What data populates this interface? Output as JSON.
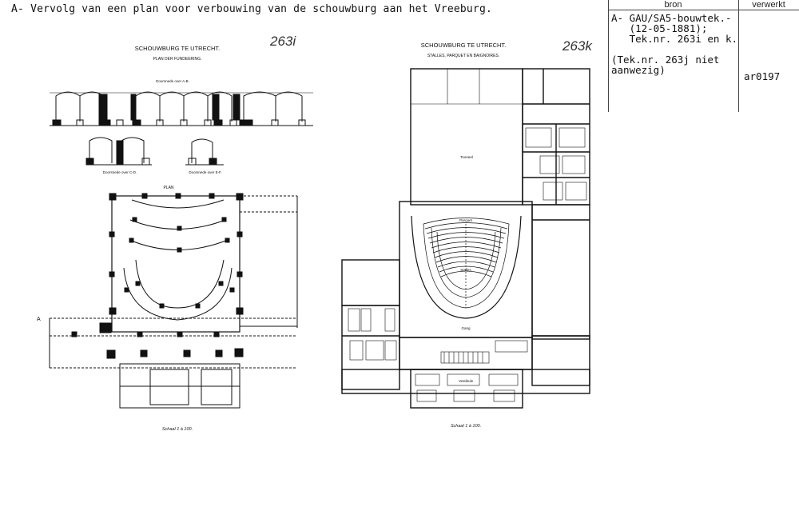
{
  "caption": "A- Vervolg van een plan voor verbouwing van de schouwburg aan het Vreeburg.",
  "table": {
    "col_bron": "bron",
    "col_verwerkt": "verwerkt",
    "bron_line1": "A- GAU/SA5-bouwtek.-",
    "bron_line2": "   (12-05-1881);",
    "bron_line3": "   Tek.nr. 263i en k.",
    "note_line1": "(Tek.nr. 263j niet",
    "note_line2": "aanwezig)",
    "verwerkt_code": "ar0197"
  },
  "left_drawing": {
    "title": "SCHOUWBURG TE UTRECHT.",
    "subtitle": "PLAN DER FUNDEERING.",
    "handwritten_number": "263i",
    "section_ab": "Doorsnede over A-B.",
    "section_cd": "Doorsnede over C-D.",
    "section_ef": "Doorsnede over E-F.",
    "plan_label": "PLAN",
    "letter_a": "A",
    "scale": "Schaal 1 à 100."
  },
  "right_drawing": {
    "title": "SCHOUWBURG TE UTRECHT.",
    "subtitle": "STALLES, PARQUET EN BAIGNOIRES.",
    "handwritten_number": "263k",
    "stage_label": "Tooneel",
    "stalles_label": "Stalles",
    "parquet_label": "Parquet",
    "corridor_label": "Gang",
    "foyer_label": "Vestibule",
    "scale": "Schaal 1 à 100."
  }
}
